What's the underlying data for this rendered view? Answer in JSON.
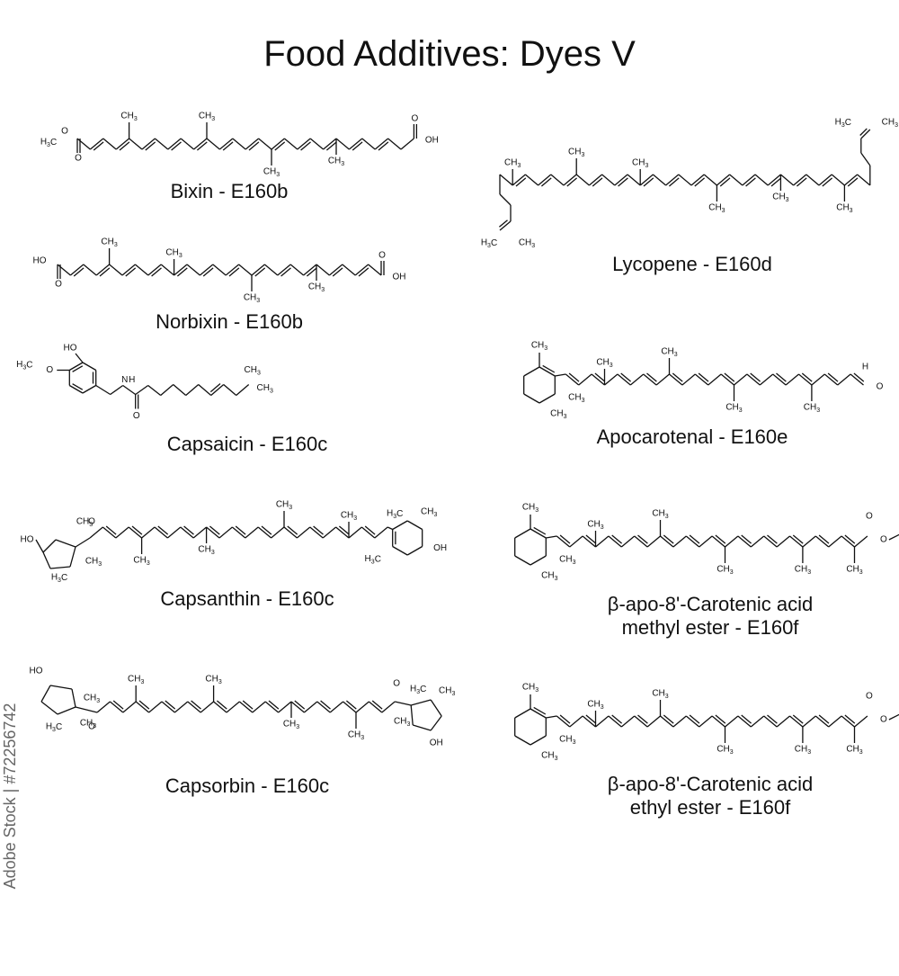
{
  "title": "Food Additives: Dyes V",
  "watermark": "Adobe Stock | #72256742",
  "molecules": [
    {
      "name": "Bixin - E160b",
      "atom_labels": [
        "H3C",
        "O",
        "O",
        "OH",
        "CH3",
        "CH3",
        "CH3",
        "CH3"
      ]
    },
    {
      "name": "Norbixin - E160b",
      "atom_labels": [
        "HO",
        "O",
        "O",
        "OH",
        "CH3",
        "CH3",
        "CH3",
        "CH3"
      ]
    },
    {
      "name": "Capsaicin - E160c",
      "atom_labels": [
        "HO",
        "H3C",
        "O",
        "N",
        "H",
        "O",
        "CH3",
        "CH3"
      ]
    },
    {
      "name": "Capsanthin - E160c",
      "atom_labels": [
        "HO",
        "O",
        "CH3",
        "CH3",
        "H3C",
        "CH3",
        "CH3",
        "CH3",
        "CH3",
        "H3C",
        "CH3",
        "H3C",
        "OH"
      ]
    },
    {
      "name": "Capsorbin - E160c",
      "atom_labels": [
        "HO",
        "CH3",
        "CH3",
        "H3C",
        "O",
        "CH3",
        "CH3",
        "CH3",
        "CH3",
        "O",
        "H3C",
        "CH3",
        "CH3",
        "OH"
      ]
    },
    {
      "name": "Lycopene - E160d",
      "atom_labels": [
        "CH3",
        "CH3",
        "CH3",
        "CH3",
        "CH3",
        "CH3",
        "CH3",
        "CH3",
        "H3C",
        "CH3"
      ]
    },
    {
      "name": "Apocarotenal - E160e",
      "atom_labels": [
        "CH3",
        "CH3",
        "CH3",
        "CH3",
        "CH3",
        "CH3",
        "H",
        "O"
      ]
    },
    {
      "name_lines": [
        "β-apo-8'-Carotenic acid",
        "methyl ester - E160f"
      ],
      "atom_labels": [
        "CH3",
        "CH3",
        "CH3",
        "CH3",
        "CH3",
        "CH3",
        "O",
        "O"
      ]
    },
    {
      "name_lines": [
        "β-apo-8'-Carotenic acid",
        "ethyl ester - E160f"
      ],
      "atom_labels": [
        "CH3",
        "CH3",
        "CH3",
        "CH3",
        "CH3",
        "CH3",
        "O",
        "O"
      ]
    }
  ]
}
